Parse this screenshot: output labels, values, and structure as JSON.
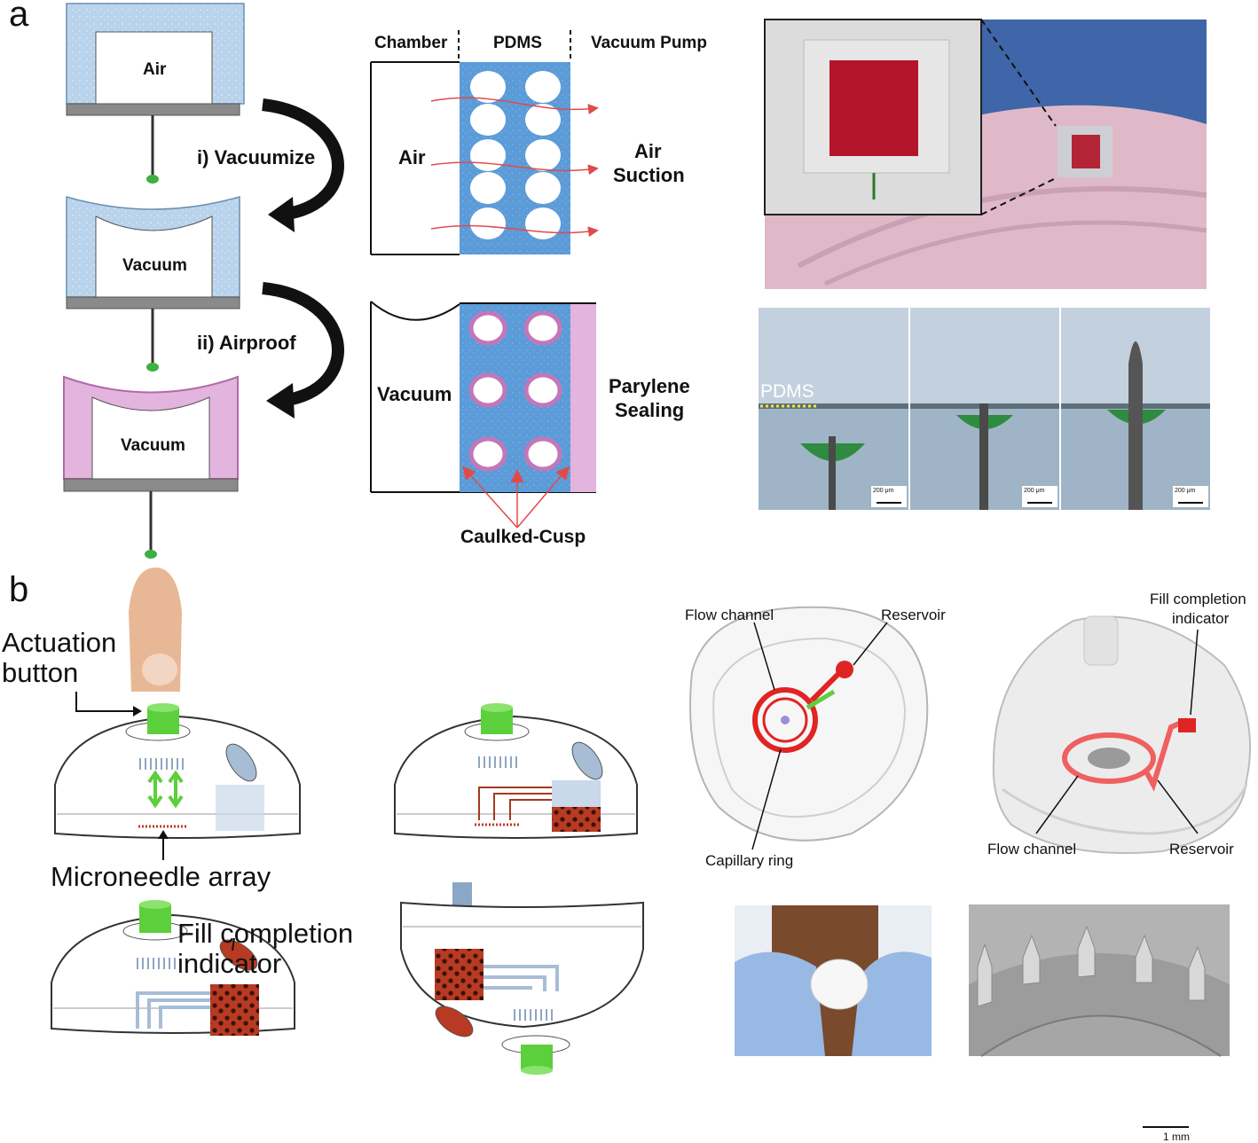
{
  "panel_a": {
    "letter": "a",
    "left": {
      "box1_label": "Air",
      "box2_label": "Vacuum",
      "box3_label": "Vacuum",
      "step1": "i) Vacuumize",
      "step2": "ii) Airproof"
    },
    "middle_top": {
      "col1": "Chamber",
      "col2": "PDMS",
      "col3": "Vacuum Pump",
      "chamber_label": "Air",
      "right_label_1": "Air",
      "right_label_2": "Suction"
    },
    "middle_bottom": {
      "chamber_label": "Vacuum",
      "right_label_1": "Parylene",
      "right_label_2": "Sealing",
      "pointer_label": "Caulked-Cusp"
    },
    "photo_bottom": {
      "pdms_label": "PDMS",
      "scale_labels": [
        "200 μm",
        "200 μm",
        "200 μm"
      ]
    },
    "colors": {
      "pdms_blue": "#5b9bd8",
      "light_blue": "#b9d3ec",
      "parylene_pink": "#e3b4dd",
      "arrow_red": "#e24a4a"
    }
  },
  "panel_b": {
    "letter": "b",
    "diagram1": {
      "label_actuation_1": "Actuation",
      "label_actuation_2": "button",
      "label_microneedle": "Microneedle array"
    },
    "diagram3": {
      "label_fill_1": "Fill completion",
      "label_fill_2": "indicator"
    },
    "device_top_left": {
      "flow_channel": "Flow channel",
      "reservoir": "Reservoir",
      "capillary_ring": "Capillary ring"
    },
    "device_top_right": {
      "fill_1": "Fill completion",
      "fill_2": "indicator",
      "flow_channel": "Flow channel",
      "reservoir": "Reservoir"
    },
    "scale_bar": "1 mm",
    "colors": {
      "button_green": "#5ccf3c",
      "blood_red": "#b83a22",
      "channel_red": "#e02424"
    }
  }
}
